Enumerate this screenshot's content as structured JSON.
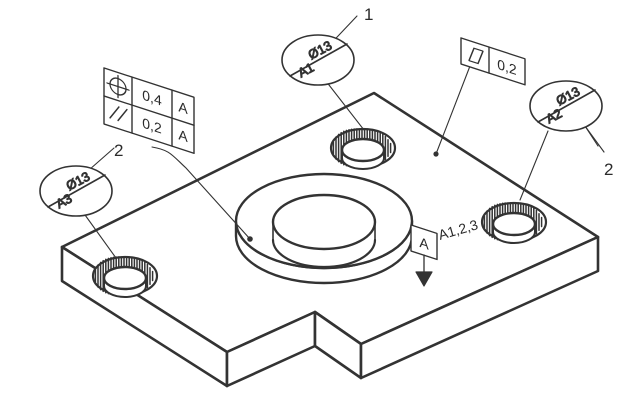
{
  "drawing": {
    "title": "Isometric plate with three counterbored holes and central boss",
    "stroke_color": "#333333",
    "background": "#ffffff"
  },
  "item_numbers": [
    {
      "id": "item-1",
      "label": "1"
    },
    {
      "id": "item-2-right",
      "label": "2"
    },
    {
      "id": "item-2-left",
      "label": "2"
    }
  ],
  "balloons": [
    {
      "id": "balloon-a1",
      "top_text": "Ø13",
      "bottom_text": "A1"
    },
    {
      "id": "balloon-a2",
      "top_text": "Ø13",
      "bottom_text": "A2"
    },
    {
      "id": "balloon-a3",
      "top_text": "Ø13",
      "bottom_text": "A3"
    }
  ],
  "feature_control_frame": {
    "id": "fcf-table",
    "rows": [
      {
        "symbol": "position",
        "symbol_glyph": "⊕",
        "tolerance": "0,4",
        "datum": "A"
      },
      {
        "symbol": "parallelism",
        "symbol_glyph": "∥",
        "tolerance": "0,2",
        "datum": "A"
      }
    ]
  },
  "flatness_frame": {
    "id": "flatness-frame",
    "symbol": "flatness",
    "tolerance": "0,2"
  },
  "datum_feature": {
    "id": "datum-a",
    "letter": "A",
    "reference_label": "A1,2,3"
  }
}
